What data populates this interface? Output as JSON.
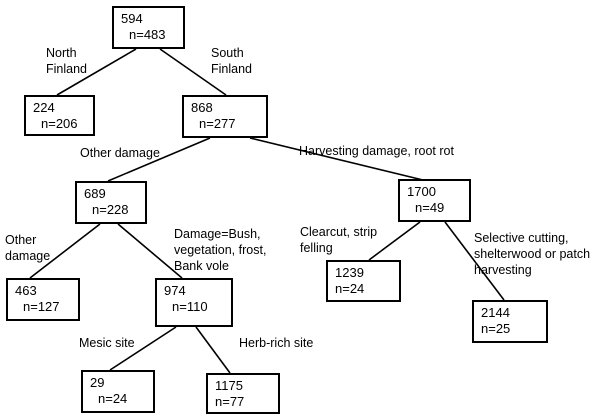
{
  "nodes": {
    "root": {
      "value": "594",
      "n": "n=483"
    },
    "north": {
      "value": "224",
      "n": "n=206"
    },
    "south": {
      "value": "868",
      "n": "n=277"
    },
    "other": {
      "value": "689",
      "n": "n=228"
    },
    "harvest": {
      "value": "1700",
      "n": "n=49"
    },
    "otherdmg": {
      "value": "463",
      "n": "n=127"
    },
    "bush": {
      "value": "974",
      "n": "n=110"
    },
    "clearcut": {
      "value": "1239",
      "n": "n=24"
    },
    "selective": {
      "value": "2144",
      "n": "n=25"
    },
    "mesic": {
      "value": "29",
      "n": "n=24"
    },
    "herb": {
      "value": "1175",
      "n": "n=77"
    }
  },
  "labels": {
    "north_finland": "North\nFinland",
    "south_finland": "South\nFinland",
    "other_damage": "Other damage",
    "harvesting_damage": "Harvesting damage, root rot",
    "other_damage_2": "Other\ndamage",
    "damage_bush": "Damage=Bush,\nvegetation, frost,\nBank vole",
    "clearcut": "Clearcut, strip\nfelling",
    "selective": "Selective cutting,\nshelterwood or patch\nharvesting",
    "mesic": "Mesic site",
    "herb_rich": "Herb-rich site"
  }
}
